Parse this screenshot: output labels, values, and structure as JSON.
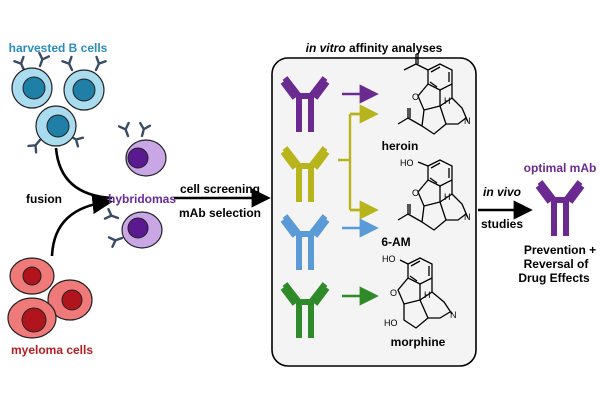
{
  "labels": {
    "harvested_b_cells": "harvested B cells",
    "fusion": "fusion",
    "myeloma_cells": "myeloma cells",
    "hybridomas": "hybridomas",
    "cell_screening": "cell screening",
    "mab_selection": "mAb selection",
    "in_vitro_italic": "in vitro",
    "affinity_analyses": " affinity analyses",
    "in_vivo_italic": "in vivo",
    "studies": "studies",
    "optimal_mab": "optimal mAb",
    "prevention": "Prevention +",
    "reversal_of": "Reversal of",
    "drug_effects": "Drug Effects"
  },
  "molecules": {
    "heroin": "heroin",
    "six_am": "6-AM",
    "morphine": "morphine",
    "atom_o": "O",
    "atom_n": "N",
    "atom_h": "H",
    "atom_ho": "HO"
  },
  "colors": {
    "b_cell_fill": "#a9dcef",
    "b_cell_nucleus": "#1f7fa6",
    "b_cell_label": "#2b8cbf",
    "myeloma_fill": "#f07a7a",
    "myeloma_nucleus": "#b0141c",
    "myeloma_label": "#b81c22",
    "hybridoma_fill": "#c9a6e6",
    "hybridoma_nucleus": "#5a1990",
    "hybridoma_label": "#6a2a9e",
    "antibody_purple": "#6b2a8f",
    "antibody_yellow": "#b8b41c",
    "antibody_blue": "#5a9ad6",
    "antibody_green": "#2f8a2a",
    "optimal_label": "#6b2a8f"
  }
}
